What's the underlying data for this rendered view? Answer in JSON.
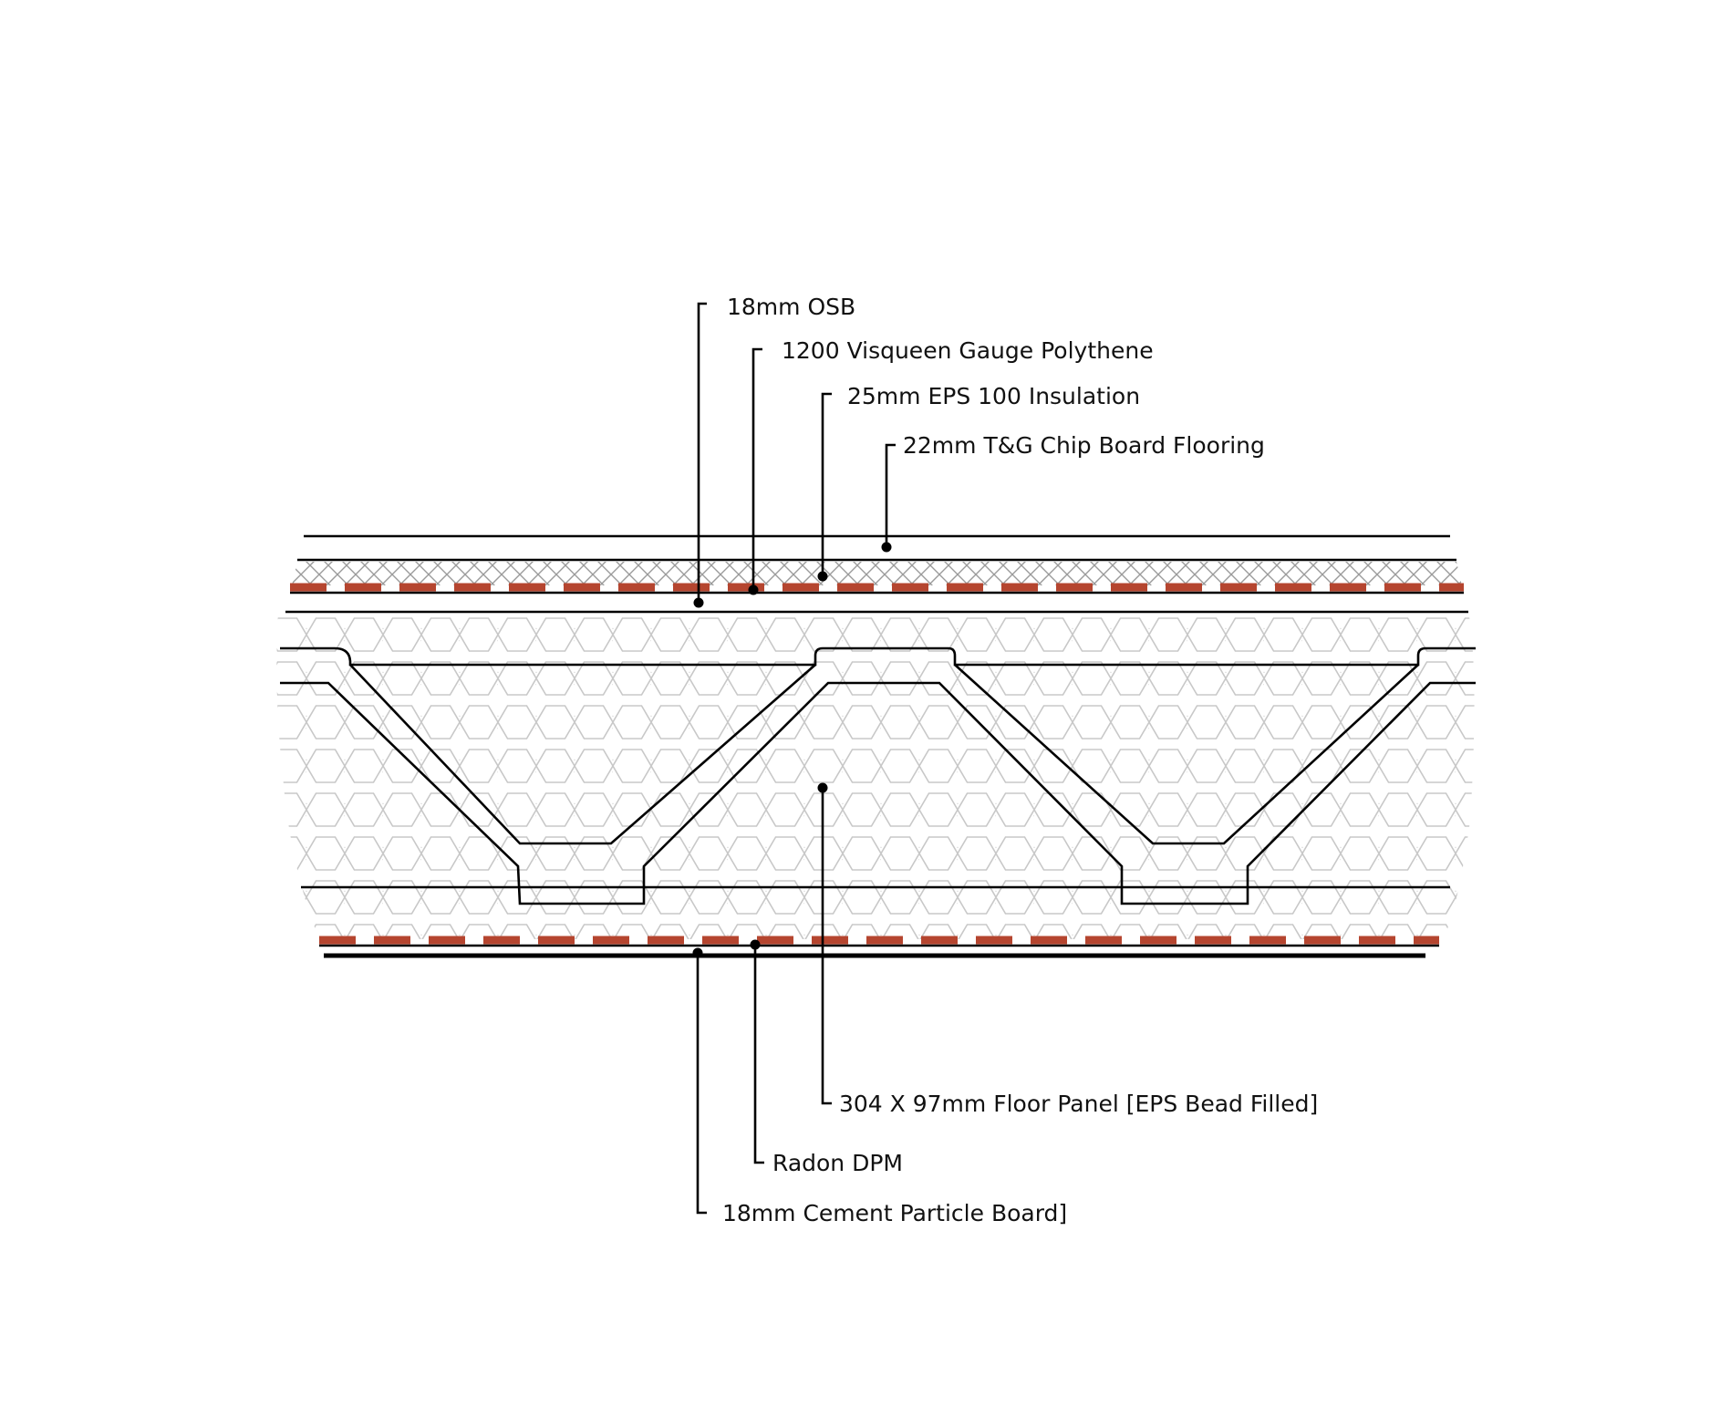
{
  "colors": {
    "line": "#000000",
    "dpm_dash": "#b5452f",
    "hatch": "#9a9a9a",
    "hex": "#c8c8c8",
    "background": "#ffffff"
  },
  "labels": {
    "osb": "18mm OSB",
    "polythene": "1200 Visqueen Gauge Polythene",
    "insulation": "25mm EPS 100 Insulation",
    "chipboard": "22mm T&G Chip Board Flooring",
    "floor_panel": "304 X 97mm Floor Panel [EPS Bead Filled]",
    "radon_dpm": "Radon DPM",
    "cement_board": "18mm Cement Particle Board]"
  },
  "layers_top_to_bottom": [
    "22mm T&G Chip Board Flooring",
    "25mm EPS 100 Insulation",
    "1200 Visqueen Gauge Polythene",
    "18mm OSB",
    "304 X 97mm Floor Panel [EPS Bead Filled]",
    "Radon DPM",
    "18mm Cement Particle Board]"
  ]
}
